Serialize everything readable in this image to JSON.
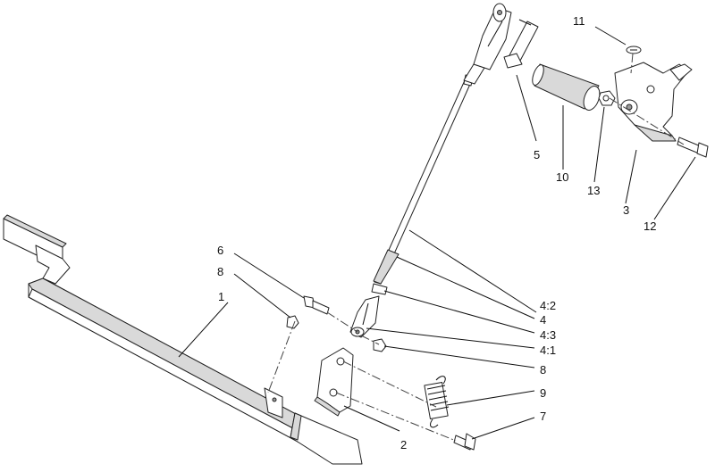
{
  "diagram": {
    "callouts": {
      "c1": "1",
      "c2": "2",
      "c3": "3",
      "c4": "4",
      "c4_1": "4:1",
      "c4_2": "4:2",
      "c4_3": "4:3",
      "c5": "5",
      "c6": "6",
      "c7": "7",
      "c8a": "8",
      "c8b": "8",
      "c9": "9",
      "c10": "10",
      "c11": "11",
      "c12": "12",
      "c13": "13"
    }
  }
}
